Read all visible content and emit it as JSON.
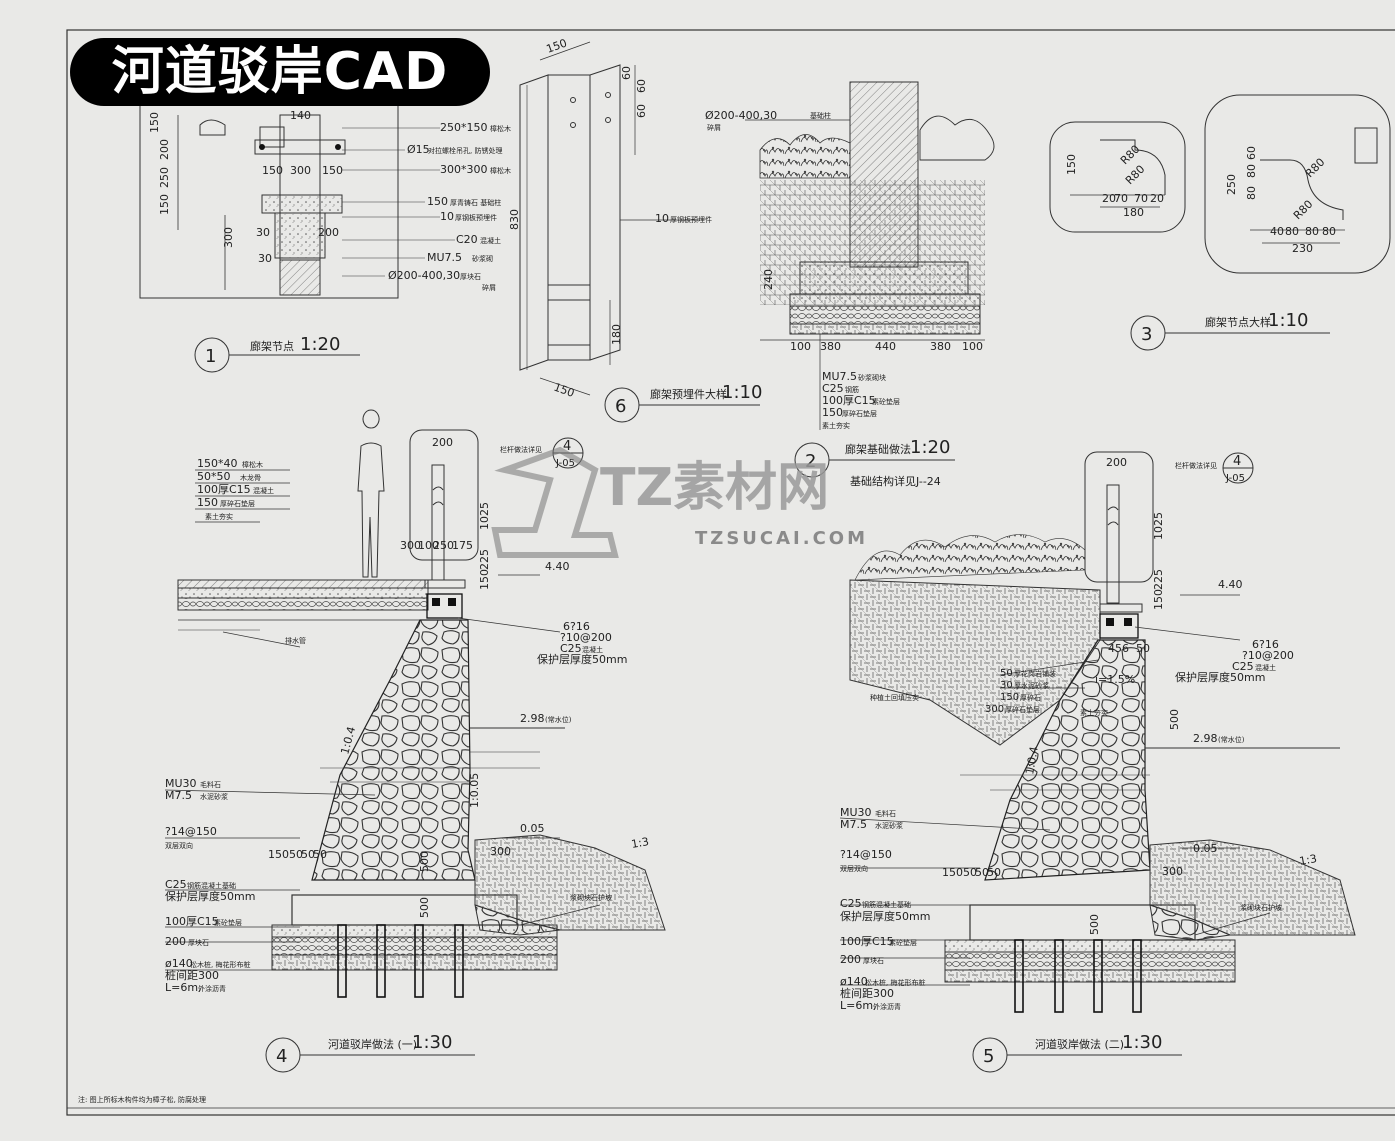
{
  "badge": "河道驳岸CAD",
  "watermark": {
    "title": "TZ素材网",
    "subtitle": "TZSUCAI.COM"
  },
  "note": "注: 图上所标木构件均为樟子松, 防腐处理",
  "d1": {
    "num": "1",
    "title": "廊架节点",
    "scale": "1:20",
    "dims": [
      "150",
      "200",
      "250",
      "150",
      "140",
      "150",
      "300",
      "150",
      "300",
      "200",
      "30",
      "30",
      "300"
    ],
    "labels": [
      {
        "code": "250*150",
        "text": "樟松木"
      },
      {
        "code": "Ø15",
        "text": "对拉螺栓吊孔, 防锈处理"
      },
      {
        "code": "300*300",
        "text": "樟松木"
      },
      {
        "code": "150",
        "text": "厚青铸石   基础柱"
      },
      {
        "code": "10",
        "text": "厚钢板预埋件"
      },
      {
        "code": "C20",
        "text": "混凝土"
      },
      {
        "code": "MU7.5",
        "text": "砂浆砌"
      },
      {
        "code": "Ø200-400,30",
        "text": "厚块石"
      },
      {
        "code": "",
        "text": "碎屑"
      }
    ]
  },
  "d6": {
    "num": "6",
    "title": "廊架预埋件大样",
    "scale": "1:10",
    "dims": [
      "150",
      "60",
      "60",
      "60",
      "830",
      "180",
      "150"
    ],
    "label": {
      "code": "10",
      "text": "厚钢板预埋件"
    }
  },
  "d2": {
    "num": "2",
    "title": "廊架基础做法",
    "scale": "1:20",
    "ref": "基础结构详见J--24",
    "top_label": {
      "code": "Ø200-400,30",
      "text": "基础柱"
    },
    "top_label2": "碎屑",
    "dims": [
      "100",
      "380",
      "440",
      "380",
      "100",
      "240"
    ],
    "layers": [
      {
        "code": "MU7.5",
        "text": "砂浆砌块"
      },
      {
        "code": "C25",
        "text": "钢筋"
      },
      {
        "code": "100厚C15",
        "text": "素砼垫层"
      },
      {
        "code": "150",
        "text": "厚碎石垫层"
      },
      {
        "code": "",
        "text": "素土夯实"
      }
    ]
  },
  "d3": {
    "num": "3",
    "title": "廊架节点大样",
    "scale": "1:10",
    "dims_a": [
      "150",
      "20",
      "70",
      "70",
      "20",
      "180"
    ],
    "radii_a": [
      "R80",
      "R80"
    ],
    "dims_b": [
      "250",
      "80",
      "80",
      "60",
      "40",
      "80",
      "80",
      "80",
      "230"
    ],
    "radii_b": [
      "R80",
      "R80"
    ]
  },
  "d4": {
    "num": "4",
    "title": "河道驳岸做法 (一)",
    "scale": "1:30",
    "callout": {
      "num": "4",
      "ref": "J-05"
    },
    "rail": "栏杆做法详见",
    "layers": [
      {
        "code": "150*40",
        "text": "樟松木"
      },
      {
        "code": "50*50",
        "text": "木龙骨"
      },
      {
        "code": "100厚C15",
        "text": "混凝土"
      },
      {
        "code": "150",
        "text": "厚碎石垫层"
      },
      {
        "code": "",
        "text": "素土夯实"
      }
    ],
    "dims": [
      "200",
      "1025",
      "150",
      "225",
      "300",
      "100",
      "250",
      "175"
    ],
    "elev_top": "4.40",
    "elev_water": "2.98",
    "water_text": "(常水位)",
    "elev_bed": "0.05",
    "drain": "排水管",
    "rebar": "6?16",
    "rebar2": "?10@200",
    "conc": "C25",
    "conc_text": "混凝土",
    "cover": "保护层厚度50mm",
    "slope1": "1:0.4",
    "slope2": "1:0.05",
    "slope3": "1:3",
    "stone": {
      "code": "MU30",
      "text": "毛料石"
    },
    "mortar": {
      "code": "M7.5",
      "text": "水泥砂浆"
    },
    "rebar3": "?14@150",
    "rebar3_text": "双层双向",
    "dims2": [
      "150",
      "50",
      "50",
      "50",
      "500",
      "300",
      "500"
    ],
    "base": {
      "code": "C25",
      "text": "钢筋混凝土基础"
    },
    "base_cover": "保护层厚度50mm",
    "cushion1": {
      "code": "100厚C15",
      "text": "素砼垫层"
    },
    "cushion2": {
      "code": "200",
      "text": "厚块石"
    },
    "pile": "ø140",
    "pile_text": "松木桩, 梅花形布桩",
    "pile2": "桩间距300",
    "pile3": "L=6m,",
    "pile3_text": "外涂沥青",
    "toe": "浆砌块石护坡"
  },
  "d5": {
    "num": "5",
    "title": "河道驳岸做法 (二)",
    "scale": "1:30",
    "callout": {
      "num": "4",
      "ref": "J-05"
    },
    "rail": "栏杆做法详见",
    "dims": [
      "200",
      "1025",
      "150",
      "225",
      "456",
      "50",
      "500",
      "300",
      "500"
    ],
    "elev_top": "4.40",
    "elev_water": "2.98",
    "water_text": "(常水位)",
    "elev_bed": "0.05",
    "rebar": "6?16",
    "rebar2": "?10@200",
    "conc": "C25",
    "conc_text": "混凝土",
    "cover": "保护层厚度50mm",
    "slope_i": "i=1.5%",
    "layers": [
      {
        "code": "50",
        "text": "厚花岗岩铺装"
      },
      {
        "code": "30",
        "text": "厚水泥砂浆"
      },
      {
        "code": "150",
        "text": "厚碎石"
      },
      {
        "code": "300",
        "text": "厚碎石垫层"
      }
    ],
    "soil": "素土夯实",
    "fill": "种植土回填压实",
    "slope1": "1:0.4",
    "slope3": "1:3",
    "stone": {
      "code": "MU30",
      "text": "毛料石"
    },
    "mortar": {
      "code": "M7.5",
      "text": "水泥砂浆"
    },
    "rebar3": "?14@150",
    "rebar3_text": "双层双向",
    "dims2": [
      "150",
      "50",
      "50",
      "50"
    ],
    "base": {
      "code": "C25",
      "text": "钢筋混凝土基础"
    },
    "base_cover": "保护层厚度50mm",
    "cushion1": {
      "code": "100厚C15",
      "text": "素砼垫层"
    },
    "cushion2": {
      "code": "200",
      "text": "厚块石"
    },
    "pile": "ø140",
    "pile_text": "松木桩, 梅花形布桩",
    "pile2": "桩间距300",
    "pile3": "L=6m,",
    "pile3_text": "外涂沥青",
    "toe": "浆砌块石护坡"
  }
}
